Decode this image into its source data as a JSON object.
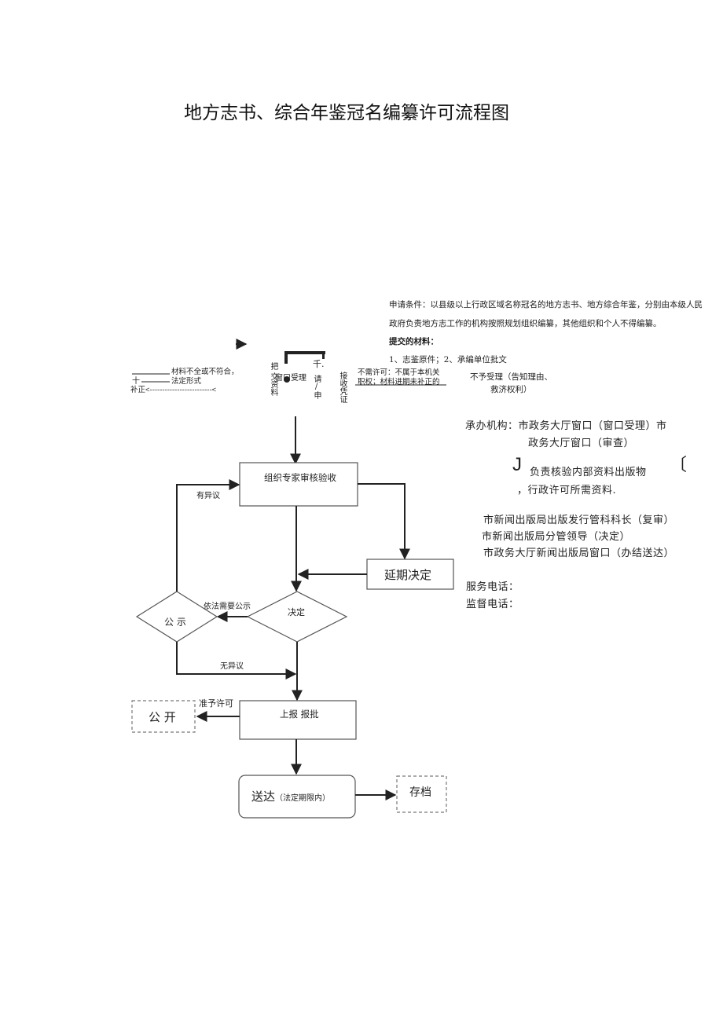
{
  "title": "地方志书、综合年鉴冠名编纂许可流程图",
  "conditions": {
    "line1": "申请条件：以县级以上行政区域名称冠名的地方志书、地方综合年鉴，分别由本级人民",
    "line2": "政府负责地方志工作的机构按照规划组织编纂，其他组织和个人不得编纂。",
    "materials_heading": "提交的材料：",
    "materials_list": "1、志鉴原件；2、承编单位批文"
  },
  "top_flow": {
    "left_line1": "材料不全或不符合，",
    "left_line2_prefix": "十",
    "left_line2": "法定形式",
    "left_line3": "补正<-------------------------<",
    "col_ba": "把",
    "col_window": "窗口受理",
    "col_submit": "交资料",
    "col_apply": "请/申",
    "col_receipt": "接收凭证",
    "mark_qian": "千.",
    "no_permit_line1": "不需许可：不属于本机关",
    "no_permit_line2": "职权；材料进期未补正的",
    "reject_line1": "不予受理（告知理由、",
    "reject_line2": "救济权利）"
  },
  "nodes": {
    "expert_review": "组织专家审核验收",
    "has_objection": "有异议",
    "delay_decision": "延期决定",
    "publicize_required": "依法需要公示",
    "decision": "决定",
    "publicize": "公 示",
    "no_objection": "无异议",
    "grant_permit": "准予许可",
    "public_open": "公 开",
    "report_approve": "上报 报批",
    "deliver": "送达",
    "deliver_note": "（法定期限内）",
    "archive": "存档"
  },
  "info": {
    "org_line1": "承办机构：市政务大厅窗口（窗口受理）市",
    "org_line2": "政务大厅窗口（审查）",
    "j_mark": "J",
    "resp_line1": "负责核验内部资料出版物",
    "bracket_mark": "〔",
    "resp_line2": "，行政许可所需资料.",
    "chain_line1": "市新闻出版局出版发行管科科长（复审）",
    "chain_line2": "市新闻出版局分管领导（决定）",
    "chain_line3": "市政务大厅新闻出版局窗口（办结送达）",
    "service_phone": "服务电话：",
    "supervise_phone": "监督电话："
  },
  "colors": {
    "line": "#222222",
    "box_border": "#555555",
    "dashed_border": "#777777",
    "text": "#222222"
  }
}
